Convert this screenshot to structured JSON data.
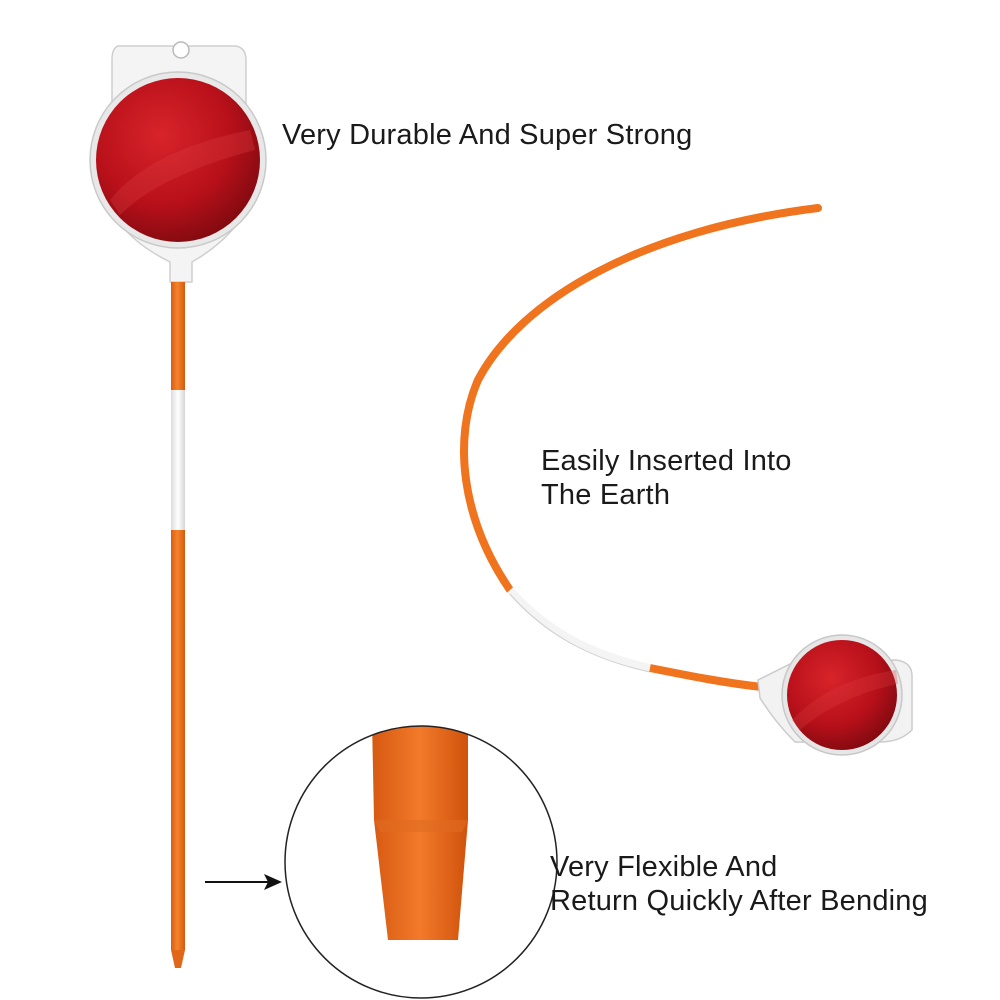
{
  "captions": {
    "top": "Very Durable And Super Strong",
    "middle": [
      "Easily Inserted Into",
      "The Earth"
    ],
    "bottom": [
      "Very Flexible And",
      "Return Quickly After Bending"
    ]
  },
  "colors": {
    "rod_orange": "#f0731e",
    "reflector_red": "#c4121a",
    "reflector_dark": "#8e0c10",
    "bracket_white": "#f2f2f2",
    "text": "#1a1a1a"
  },
  "icons": [
    "arrow-right-icon"
  ]
}
